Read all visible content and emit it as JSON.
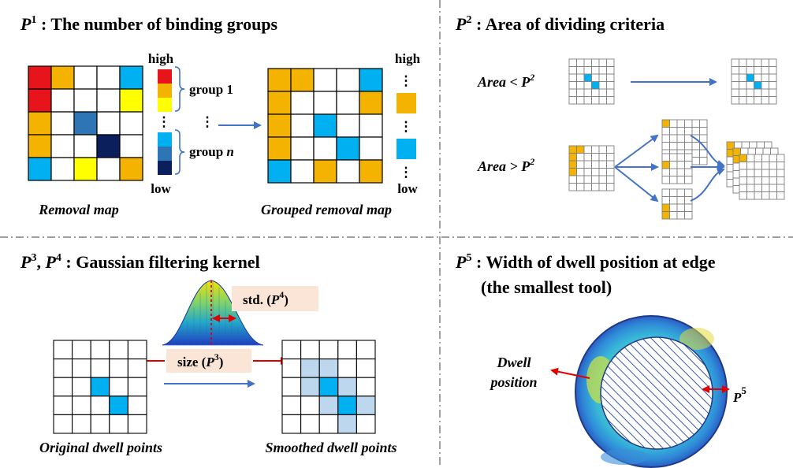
{
  "panel1": {
    "title_sym": "P",
    "title_sup": "1",
    "title_text": " : The number of binding groups",
    "scale_high": "high",
    "scale_low": "low",
    "group1_label": "group 1",
    "groupn_prefix": "group ",
    "groupn_var": "n",
    "dots": "⋮",
    "caption_left": "Removal map",
    "caption_right": "Grouped removal map",
    "right_high": "high",
    "right_low": "low"
  },
  "panel2": {
    "title_sym": "P",
    "title_sup": "2",
    "title_text": " : Area of dividing criteria",
    "row1_label": "Area < P",
    "row1_sup": "2",
    "row2_label": "Area > P",
    "row2_sup": "2"
  },
  "panel3": {
    "title_sym1": "P",
    "title_sup1": "3",
    "title_sep": ", ",
    "title_sym2": "P",
    "title_sup2": "4",
    "title_text": " : Gaussian filtering kernel",
    "std_label": "std. (",
    "std_sym": "P",
    "std_sup": "4",
    "std_close": ")",
    "size_label": "size (",
    "size_sym": "P",
    "size_sup": "3",
    "size_close": ")",
    "caption_left": "Original dwell points",
    "caption_right": "Smoothed dwell points"
  },
  "panel4": {
    "title_sym": "P",
    "title_sup": "5",
    "title_line1": " : Width of dwell position at edge",
    "title_line2": "(the smallest tool)",
    "dwell_line1": "Dwell",
    "dwell_line2": "position",
    "p5_sym": "P",
    "p5_sup": "5"
  },
  "colors": {
    "red": "#e8141c",
    "orange": "#f5b301",
    "yellow": "#ffff00",
    "lightblue": "#00b0f0",
    "midblue": "#2e75b6",
    "navy": "#0b1f5c",
    "arrow": "#4472c4",
    "grid": "#7f7f7f",
    "paleblue": "#bdd7ee",
    "callout": "#fbe5d6",
    "accent_red": "#e00000"
  }
}
